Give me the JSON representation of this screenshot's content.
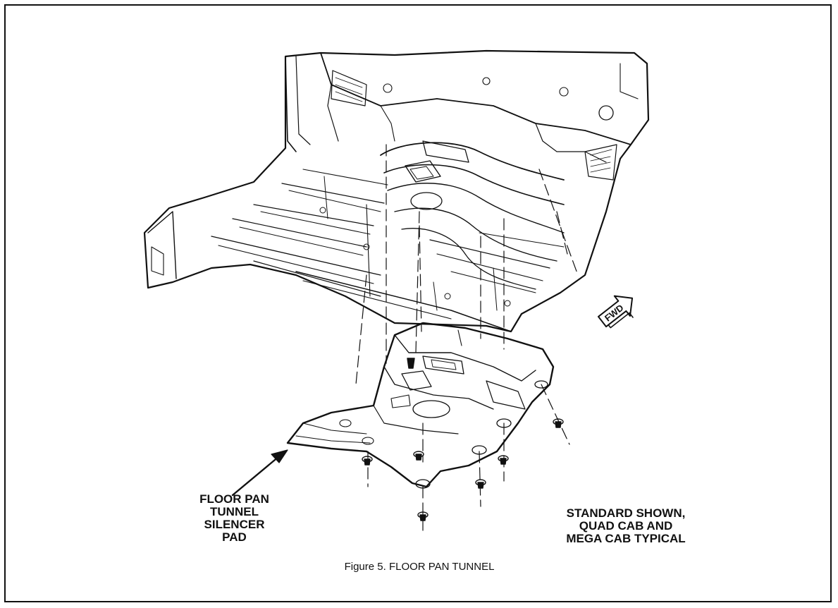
{
  "diagram": {
    "caption": "Figure 5.  FLOOR PAN TUNNEL",
    "part_label": [
      "FLOOR PAN",
      "TUNNEL",
      "SILENCER",
      "PAD"
    ],
    "note": [
      "STANDARD SHOWN,",
      "QUAD CAB AND",
      "MEGA CAB TYPICAL"
    ],
    "fwd_label": "FWD",
    "stroke_color": "#111111",
    "background_color": "#ffffff"
  }
}
